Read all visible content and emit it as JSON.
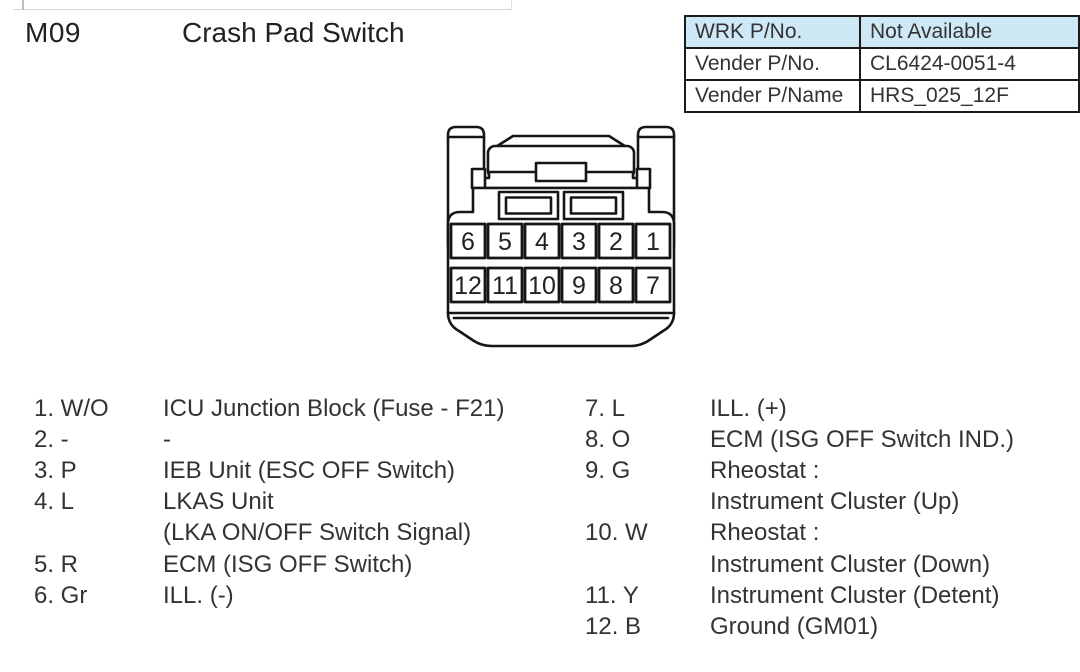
{
  "page": {
    "title_code": "M09",
    "title_name": "Crash Pad Switch"
  },
  "info_table": {
    "rows": [
      {
        "label": "WRK P/No.",
        "value": "Not Available"
      },
      {
        "label": "Vender P/No.",
        "value": "CL6424-0051-4"
      },
      {
        "label": "Vender P/Name",
        "value": "HRS_025_12F"
      }
    ],
    "header_bg": "#cfe8f5",
    "border_color": "#1b1b1b"
  },
  "connector": {
    "name": "12-pin connector front view",
    "pins_top": [
      "6",
      "5",
      "4",
      "3",
      "2",
      "1"
    ],
    "pins_bottom": [
      "12",
      "11",
      "10",
      "9",
      "8",
      "7"
    ],
    "line_color": "#161616"
  },
  "pinout": {
    "left": [
      {
        "num": "1. W/O",
        "desc": "ICU Junction Block (Fuse - F21)"
      },
      {
        "num": "2. -",
        "desc": "-"
      },
      {
        "num": "3. P",
        "desc": "IEB Unit (ESC OFF Switch)"
      },
      {
        "num": "4. L",
        "desc": "LKAS Unit"
      },
      {
        "num": "",
        "desc": "(LKA ON/OFF Switch Signal)"
      },
      {
        "num": "5. R",
        "desc": "ECM (ISG OFF Switch)"
      },
      {
        "num": "6. Gr",
        "desc": "ILL. (-)"
      }
    ],
    "right": [
      {
        "num": "7. L",
        "desc": "ILL. (+)"
      },
      {
        "num": "8. O",
        "desc": "ECM (ISG OFF Switch IND.)"
      },
      {
        "num": "9. G",
        "desc": "Rheostat :"
      },
      {
        "num": "",
        "desc": "Instrument Cluster (Up)"
      },
      {
        "num": "10. W",
        "desc": "Rheostat :"
      },
      {
        "num": "",
        "desc": "Instrument Cluster (Down)"
      },
      {
        "num": "11. Y",
        "desc": "Instrument Cluster (Detent)"
      },
      {
        "num": "12. B",
        "desc": "Ground (GM01)"
      }
    ]
  }
}
